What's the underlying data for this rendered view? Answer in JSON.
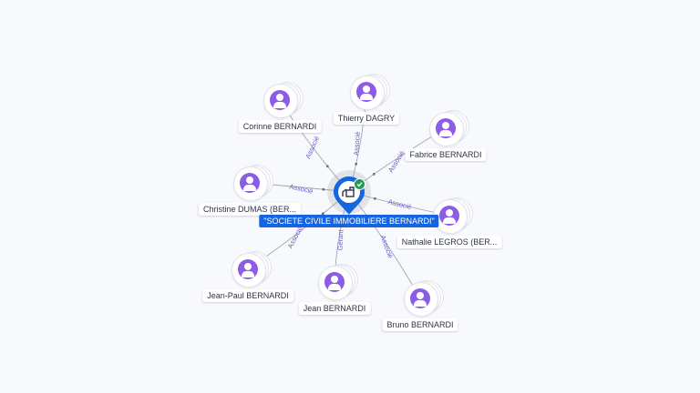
{
  "company": {
    "name": "\"SOCIETE CIVILE IMMOBILIERE BERNARDI\"",
    "icon": "building-icon",
    "badge_icon": "check-icon",
    "pin_color": "#1565e0",
    "badge_color": "#1f9d55"
  },
  "people": [
    {
      "name": "Corinne BERNARDI",
      "role": "Associé"
    },
    {
      "name": "Thierry DAGRY",
      "role": "Associé"
    },
    {
      "name": "Fabrice BERNARDI",
      "role": "Associé"
    },
    {
      "name": "Christine DUMAS (BER...",
      "role": "Associé"
    },
    {
      "name": "Nathalie LEGROS (BER...",
      "role": "Associé"
    },
    {
      "name": "Jean-Paul BERNARDI",
      "role": "Associé"
    },
    {
      "name": "Jean BERNARDI",
      "role": "Gérant"
    },
    {
      "name": "Bruno BERNARDI",
      "role": "Associé"
    }
  ],
  "colors": {
    "avatar": "#8c5ce6",
    "edge": "#a3a5b3",
    "edge_label": "#6a5acd"
  }
}
